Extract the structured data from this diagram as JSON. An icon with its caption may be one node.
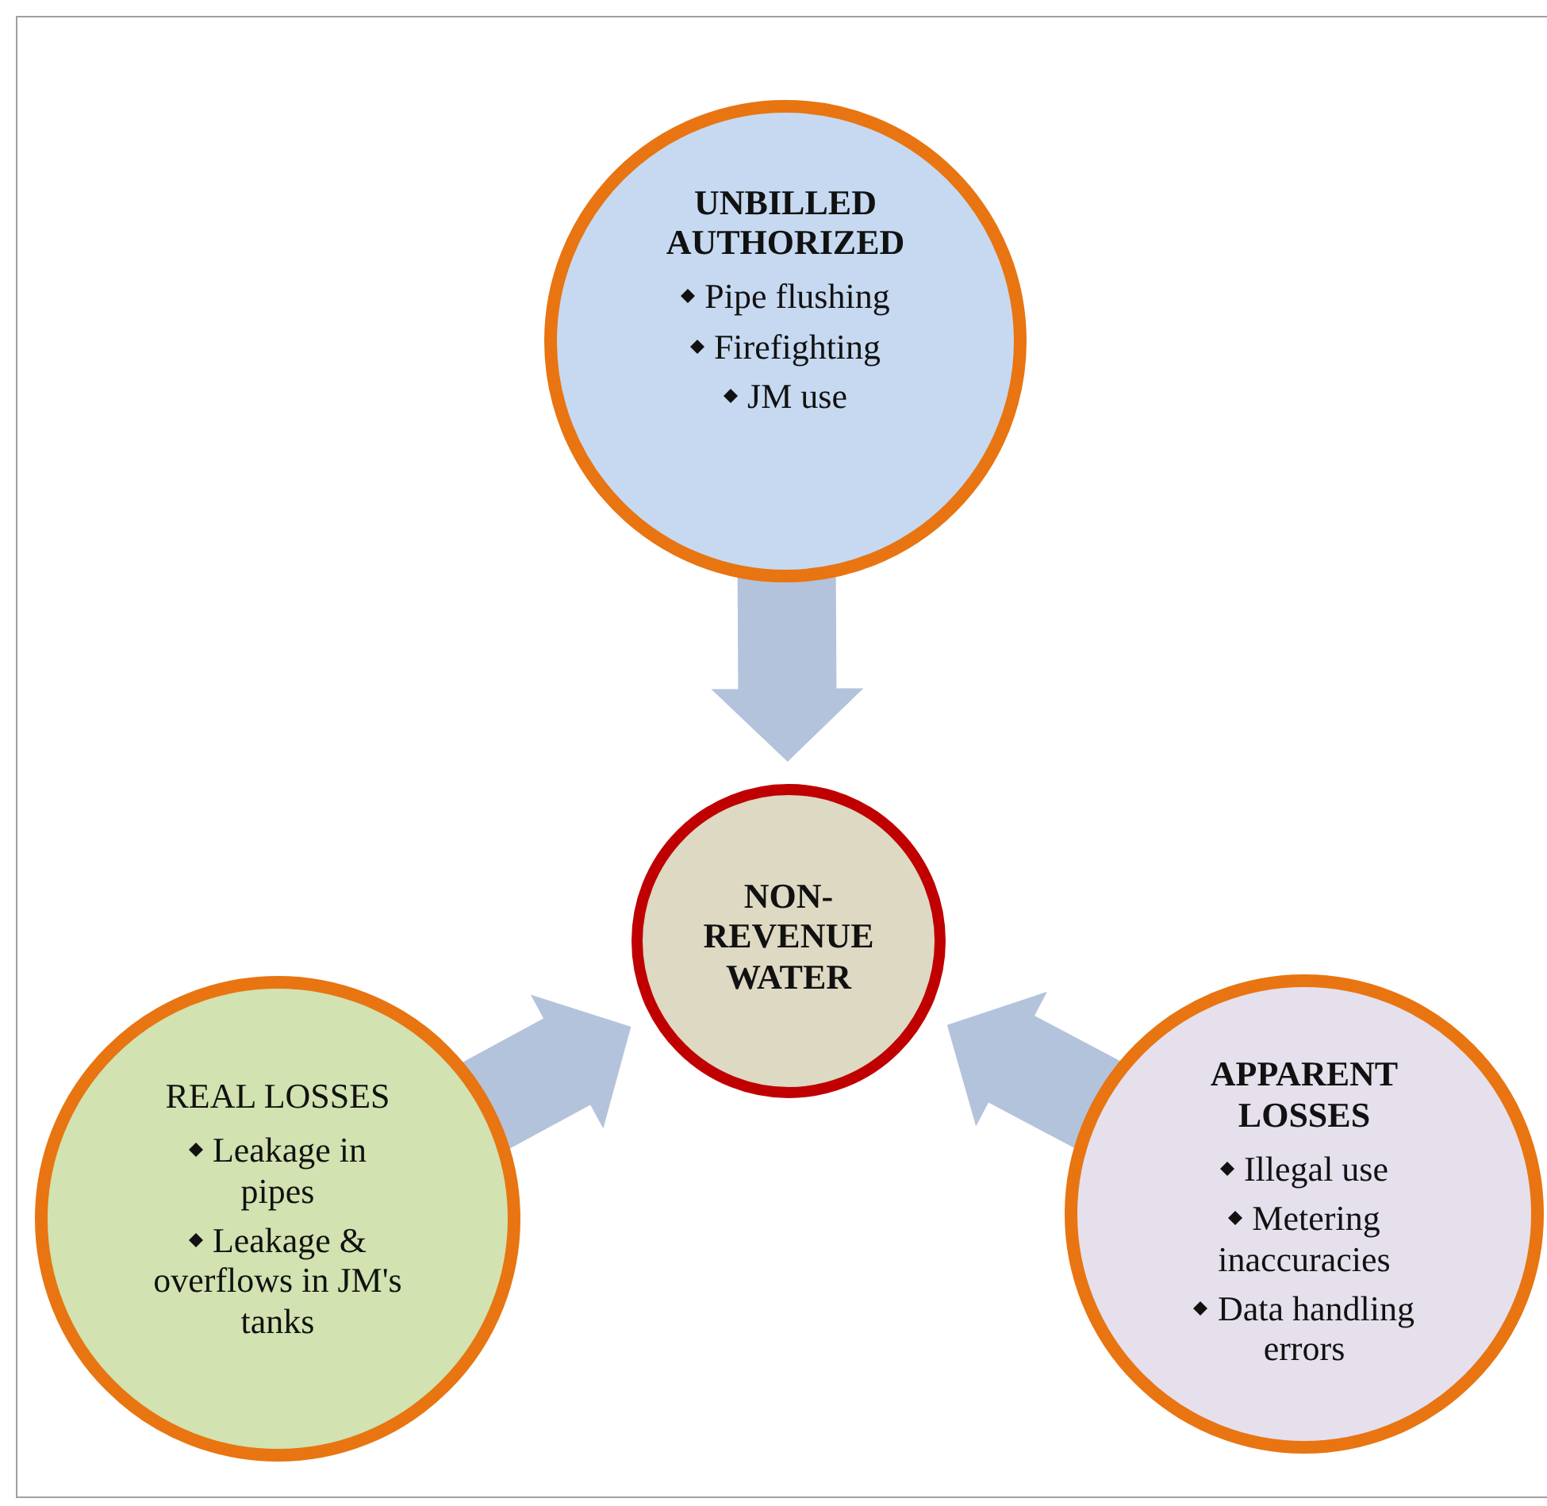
{
  "diagram": {
    "nodes": [
      {
        "text": [
          "UNBILLED AUTHORIZED",
          "Pipe flushing",
          "Firefighting",
          "JM use"
        ]
      },
      {
        "text": [
          "NON-REVENUE WATER"
        ]
      },
      {
        "text": [
          "REAL LOSSES",
          "Leakage in pipes",
          "Leakage & overflows in JM's tanks"
        ]
      },
      {
        "text": [
          "APPARENT LOSSES",
          "Illegal use",
          "Metering inaccuracies",
          "Data handling errors"
        ]
      }
    ],
    "edges": [
      {
        "from": 0,
        "to": 1,
        "arrow": "to"
      },
      {
        "from": 2,
        "to": 1,
        "arrow": "to"
      },
      {
        "from": 3,
        "to": 1,
        "arrow": "to"
      }
    ]
  }
}
